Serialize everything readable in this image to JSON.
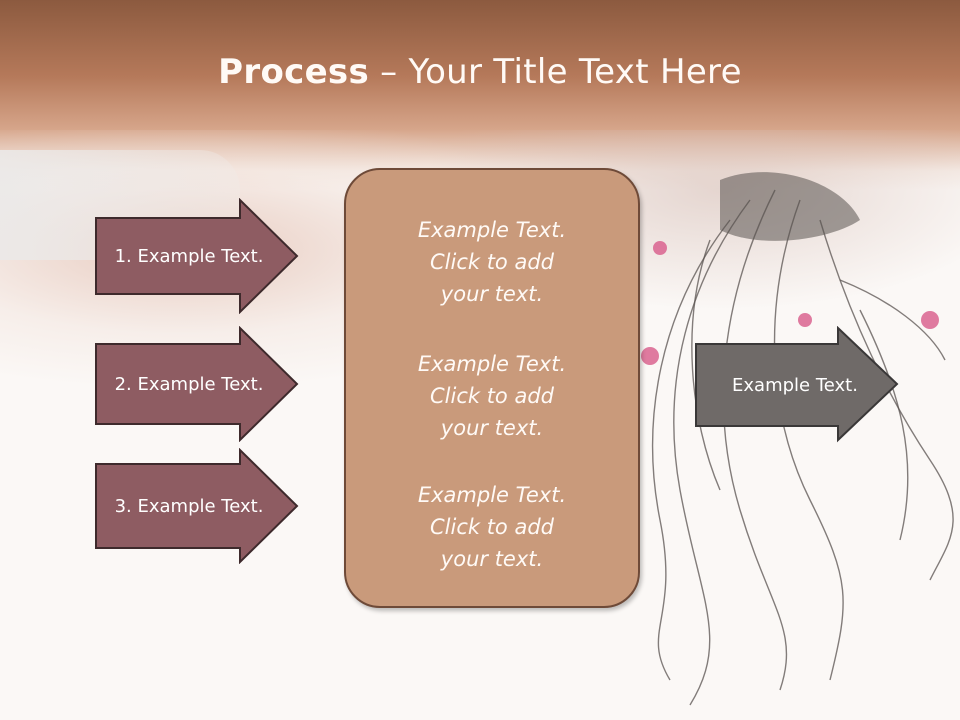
{
  "title": {
    "bold": "Process",
    "rest": " – Your Title Text Here"
  },
  "left_arrows": [
    {
      "label": "1. Example Text."
    },
    {
      "label": "2. Example Text."
    },
    {
      "label": "3. Example Text."
    }
  ],
  "center": {
    "paragraphs": [
      [
        "Example Text.",
        "Click  to add",
        "your text."
      ],
      [
        "Example Text.",
        "Click  to add",
        "your text."
      ],
      [
        "Example Text.",
        "Click  to add",
        "your text."
      ]
    ]
  },
  "right_arrow": {
    "label": "Example Text."
  },
  "colors": {
    "left_arrow_fill": "#8e5c62",
    "left_arrow_stroke": "#3e2a2c",
    "right_arrow_fill": "#6f6a68",
    "right_arrow_stroke": "#3a3838",
    "center_fill": "#c99a7b",
    "title_band": "#a46a4c"
  }
}
